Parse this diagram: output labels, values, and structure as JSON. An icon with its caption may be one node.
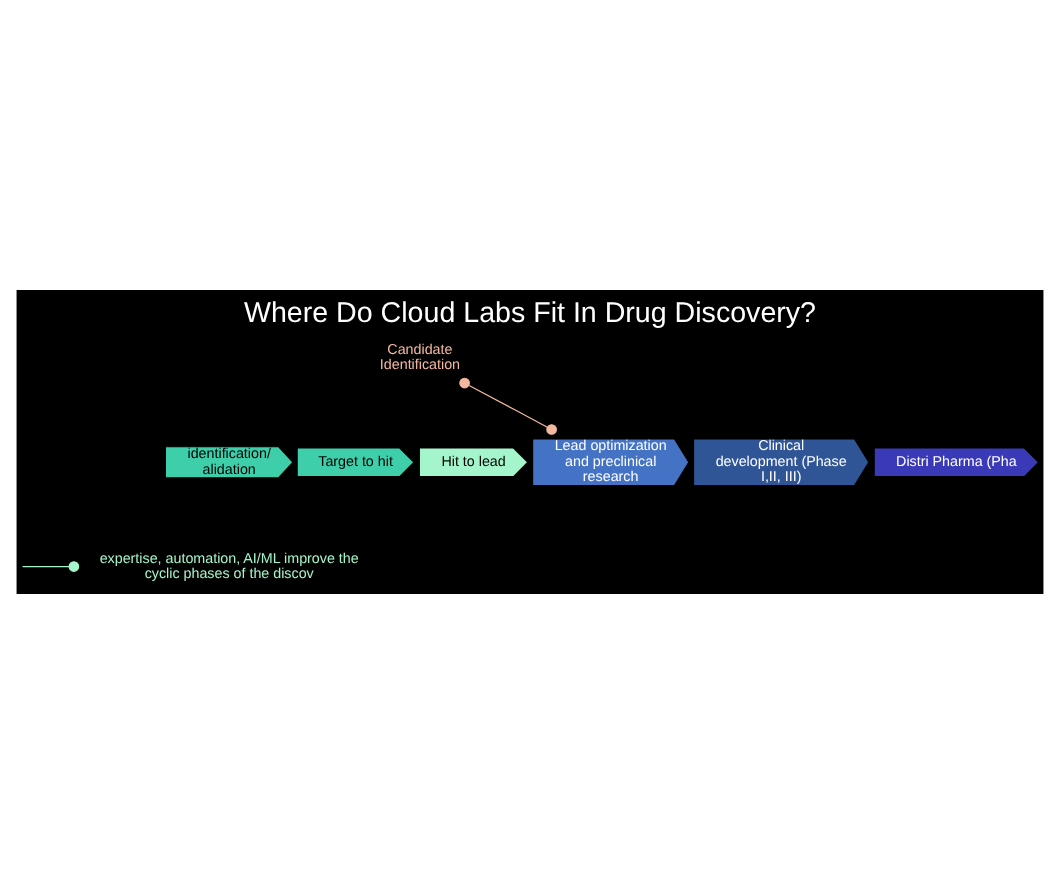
{
  "diagram": {
    "title": "Where Do Cloud Labs Fit In Drug Discovery?",
    "nodes": [
      {
        "text": [
          "identification/ alidation"
        ]
      },
      {
        "text": [
          "Target to hit"
        ]
      },
      {
        "text": [
          "Hit to lead"
        ]
      },
      {
        "text": [
          "Lead optimization and preclinical research"
        ]
      },
      {
        "text": [
          "Clinical development (Phase I,II, III)"
        ]
      },
      {
        "text": [
          "Distri Pharma (Pha"
        ]
      },
      {
        "text": [
          "Candidate Identification"
        ]
      },
      {
        "text": [
          "expertise, automation, AI/ML improve the cyclic phases of the discov"
        ]
      }
    ],
    "edges": [
      {
        "from": 6,
        "to": 3,
        "arrow": "other",
        "color": "#f4b8a0"
      },
      {
        "from": null,
        "to": 7,
        "arrow": "other",
        "color": "#a4f5cb"
      }
    ]
  }
}
